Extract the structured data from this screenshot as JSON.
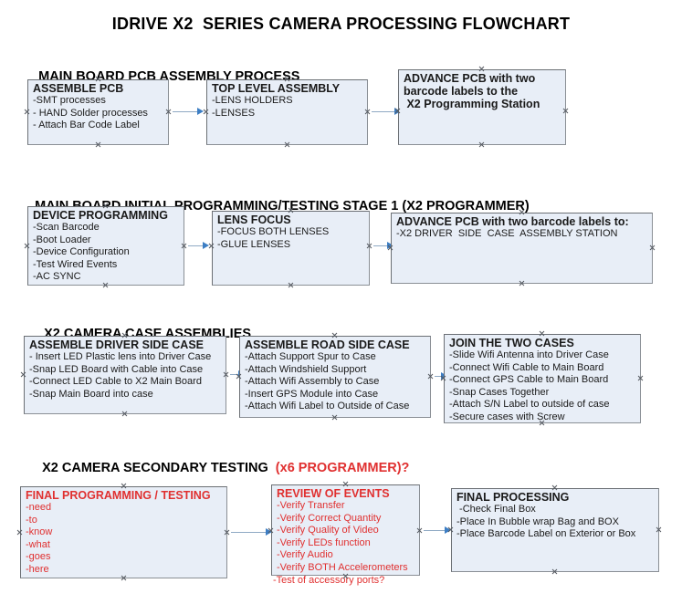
{
  "title": "IDRIVE X2  SERIES CAMERA PROCESSING FLOWCHART",
  "colors": {
    "box_fill": "#e8eef7",
    "box_border": "#6b6f74",
    "connector": "#8fa9c4",
    "arrowhead": "#3d7ec4",
    "accent_red": "#e03030",
    "text": "#1a1a1a"
  },
  "sections": [
    {
      "heading": "MAIN BOARD PCB ASSEMBLY PROCESS",
      "heading_accent": "",
      "boxes": [
        {
          "title": "ASSEMBLE PCB",
          "lines": [
            "-SMT processes",
            "- HAND Solder processes",
            "- Attach Bar Code Label"
          ]
        },
        {
          "title": "TOP LEVEL ASSEMBLY",
          "lines": [
            "-LENS HOLDERS",
            "-LENSES"
          ]
        },
        {
          "title": "ADVANCE PCB with two",
          "lines": [
            "barcode labels to the",
            " X2 Programming Station"
          ]
        }
      ]
    },
    {
      "heading": "MAIN BOARD INITIAL PROGRAMMING/TESTING STAGE 1 (X2 PROGRAMMER)",
      "heading_accent": "",
      "boxes": [
        {
          "title": "DEVICE PROGRAMMING",
          "lines": [
            "-Scan Barcode",
            "-Boot Loader",
            "-Device Configuration",
            "-Test Wired Events",
            "-AC SYNC"
          ]
        },
        {
          "title": "LENS FOCUS",
          "lines": [
            "-FOCUS BOTH LENSES",
            "-GLUE LENSES"
          ]
        },
        {
          "title": "ADVANCE PCB with two barcode labels to:",
          "lines": [
            "-X2 DRIVER  SIDE  CASE  ASSEMBLY STATION"
          ]
        }
      ]
    },
    {
      "heading": "X2 CAMERA CASE ASSEMBLIES",
      "heading_accent": "",
      "boxes": [
        {
          "title": "ASSEMBLE DRIVER SIDE CASE",
          "lines": [
            "- Insert LED Plastic lens into Driver Case",
            "-Snap LED Board with Cable into Case",
            "-Connect LED Cable to X2 Main Board",
            "-Snap Main Board into case"
          ]
        },
        {
          "title": "ASSEMBLE ROAD SIDE CASE",
          "lines": [
            "-Attach Support Spur to Case",
            "-Attach Windshield Support",
            "-Attach Wifi Assembly to Case",
            "-Insert GPS Module into Case",
            "-Attach Wifi Label to Outside of Case"
          ]
        },
        {
          "title": "JOIN THE TWO CASES",
          "lines": [
            "-Slide Wifi Antenna into Driver Case",
            "-Connect Wifi Cable to Main Board",
            "-Connect GPS Cable to Main Board",
            "-Snap Cases Together",
            "-Attach S/N Label to outside of case",
            "-Secure cases with Screw"
          ]
        }
      ]
    },
    {
      "heading": "X2 CAMERA SECONDARY TESTING  ",
      "heading_accent": "(x6 PROGRAMMER)?",
      "boxes": [
        {
          "title": "FINAL PROGRAMMING / TESTING",
          "lines": [
            "-need",
            "-to",
            "-know",
            "-what",
            "-goes",
            "-here"
          ]
        },
        {
          "title": "REVIEW OF EVENTS",
          "lines": [
            "-Verify Transfer",
            "-Verify Correct Quantity",
            "-Verify Quality of Video",
            "-Verify LEDs function",
            "-Verify Audio",
            "-Verify BOTH Accelerometers"
          ],
          "overflow_line": "-Test of accessory ports?"
        },
        {
          "title": "FINAL PROCESSING",
          "lines": [
            " -Check Final Box",
            "-Place In Bubble wrap Bag and BOX",
            "-Place Barcode Label on Exterior or Box"
          ]
        }
      ]
    }
  ]
}
